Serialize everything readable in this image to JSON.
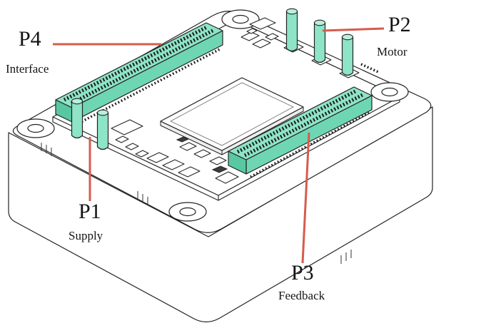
{
  "diagram": {
    "type": "isometric-controller-board-connector-overview",
    "labels": {
      "p4": {
        "id": "P4",
        "caption": "Interface"
      },
      "p2": {
        "id": "P2",
        "caption": "Motor"
      },
      "p1": {
        "id": "P1",
        "caption": "Supply"
      },
      "p3": {
        "id": "P3",
        "caption": "Feedback"
      }
    },
    "colors": {
      "connector-fill": "#8de4c6",
      "connector-side": "#6fd6b4",
      "connector-end": "#57c8a2",
      "pin-top": "#b9efdb",
      "leader-line": "#d75b4d"
    }
  }
}
